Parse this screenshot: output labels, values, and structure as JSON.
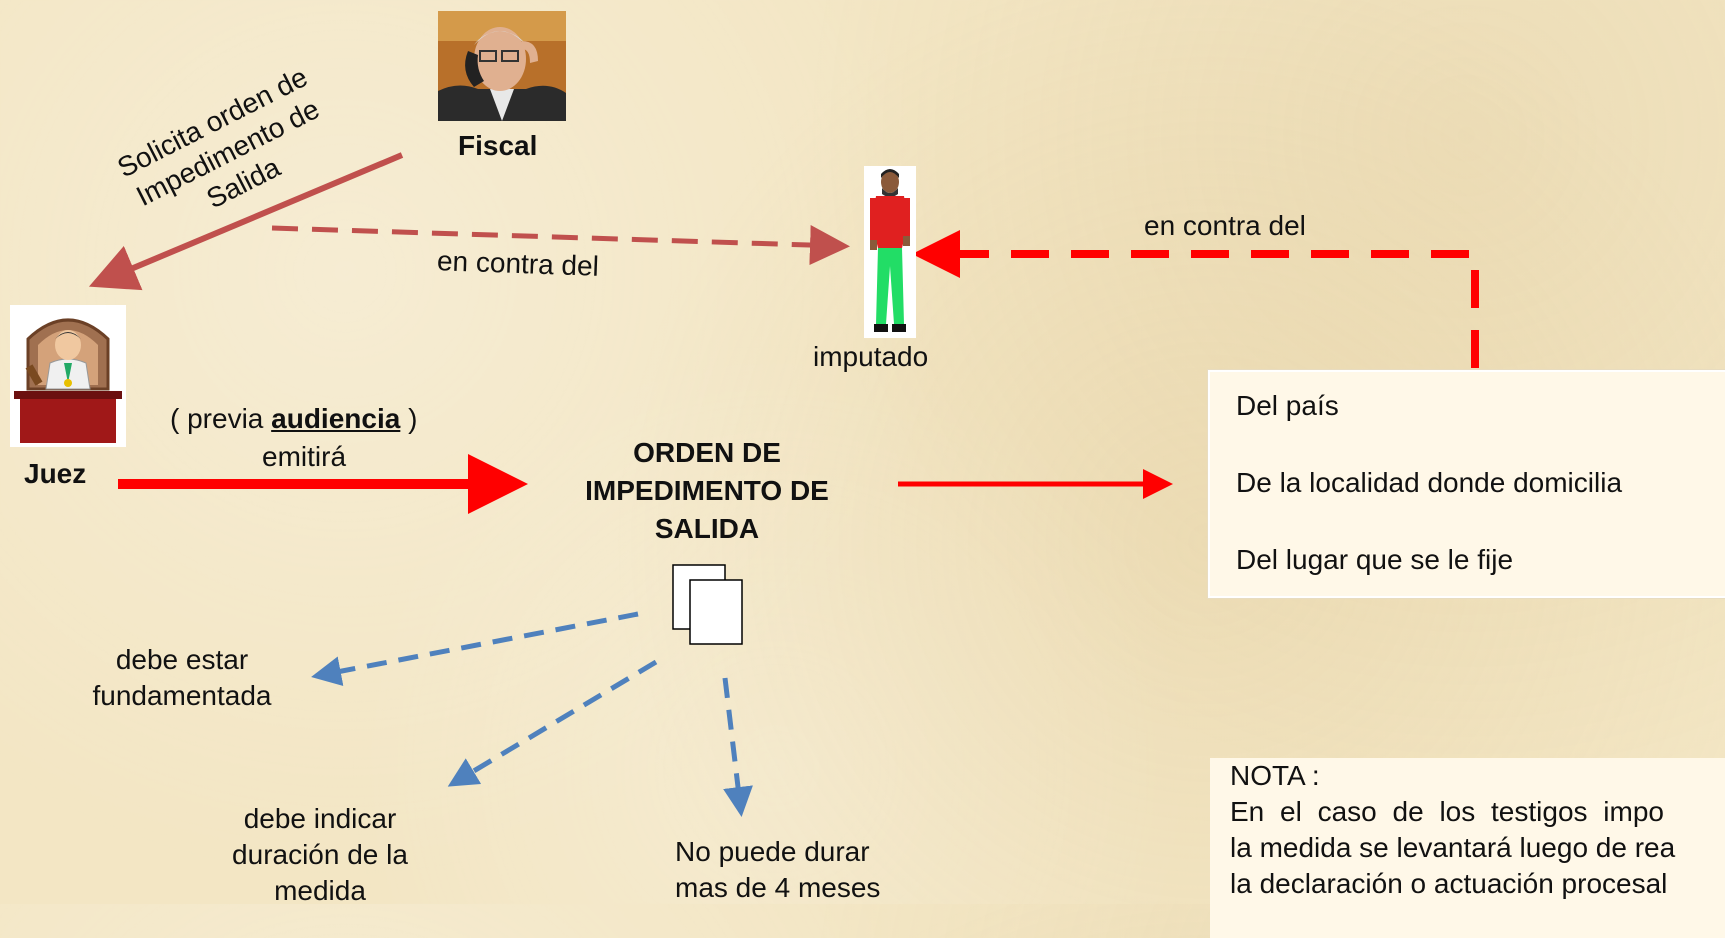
{
  "fiscal": {
    "label": "Fiscal"
  },
  "juez": {
    "label": "Juez"
  },
  "imputado": {
    "label": "imputado"
  },
  "solicita": {
    "line1": "Solicita orden de",
    "line2": "Impedimento de",
    "line3": "Salida"
  },
  "en_contra_left": "en contra del",
  "en_contra_right": "en contra del",
  "previa": {
    "before": "( previa ",
    "word": "audiencia",
    "after": " )",
    "line2": "emitirá"
  },
  "orden": {
    "line1": "ORDEN DE",
    "line2": "IMPEDIMENTO DE",
    "line3": "SALIDA"
  },
  "panel_items": [
    "Del país",
    "De la localidad donde domicilia",
    "Del lugar que se le fije"
  ],
  "consequences": {
    "fundamentada": {
      "line1": "debe estar",
      "line2": "fundamentada"
    },
    "duracion": {
      "line1": "debe indicar",
      "line2": "duración de la",
      "line3": "medida"
    },
    "meses": {
      "line1": "No puede durar",
      "line2": "mas de 4 meses"
    }
  },
  "nota": {
    "title": "NOTA :",
    "line1": "En el caso de los testigos impo",
    "line2": "la medida se levantará luego de rea",
    "line3": "la declaración o actuación procesal"
  },
  "colors": {
    "solicita_arrow": "#c0504d",
    "red": "#ff0000",
    "blue": "#4f81bd"
  }
}
